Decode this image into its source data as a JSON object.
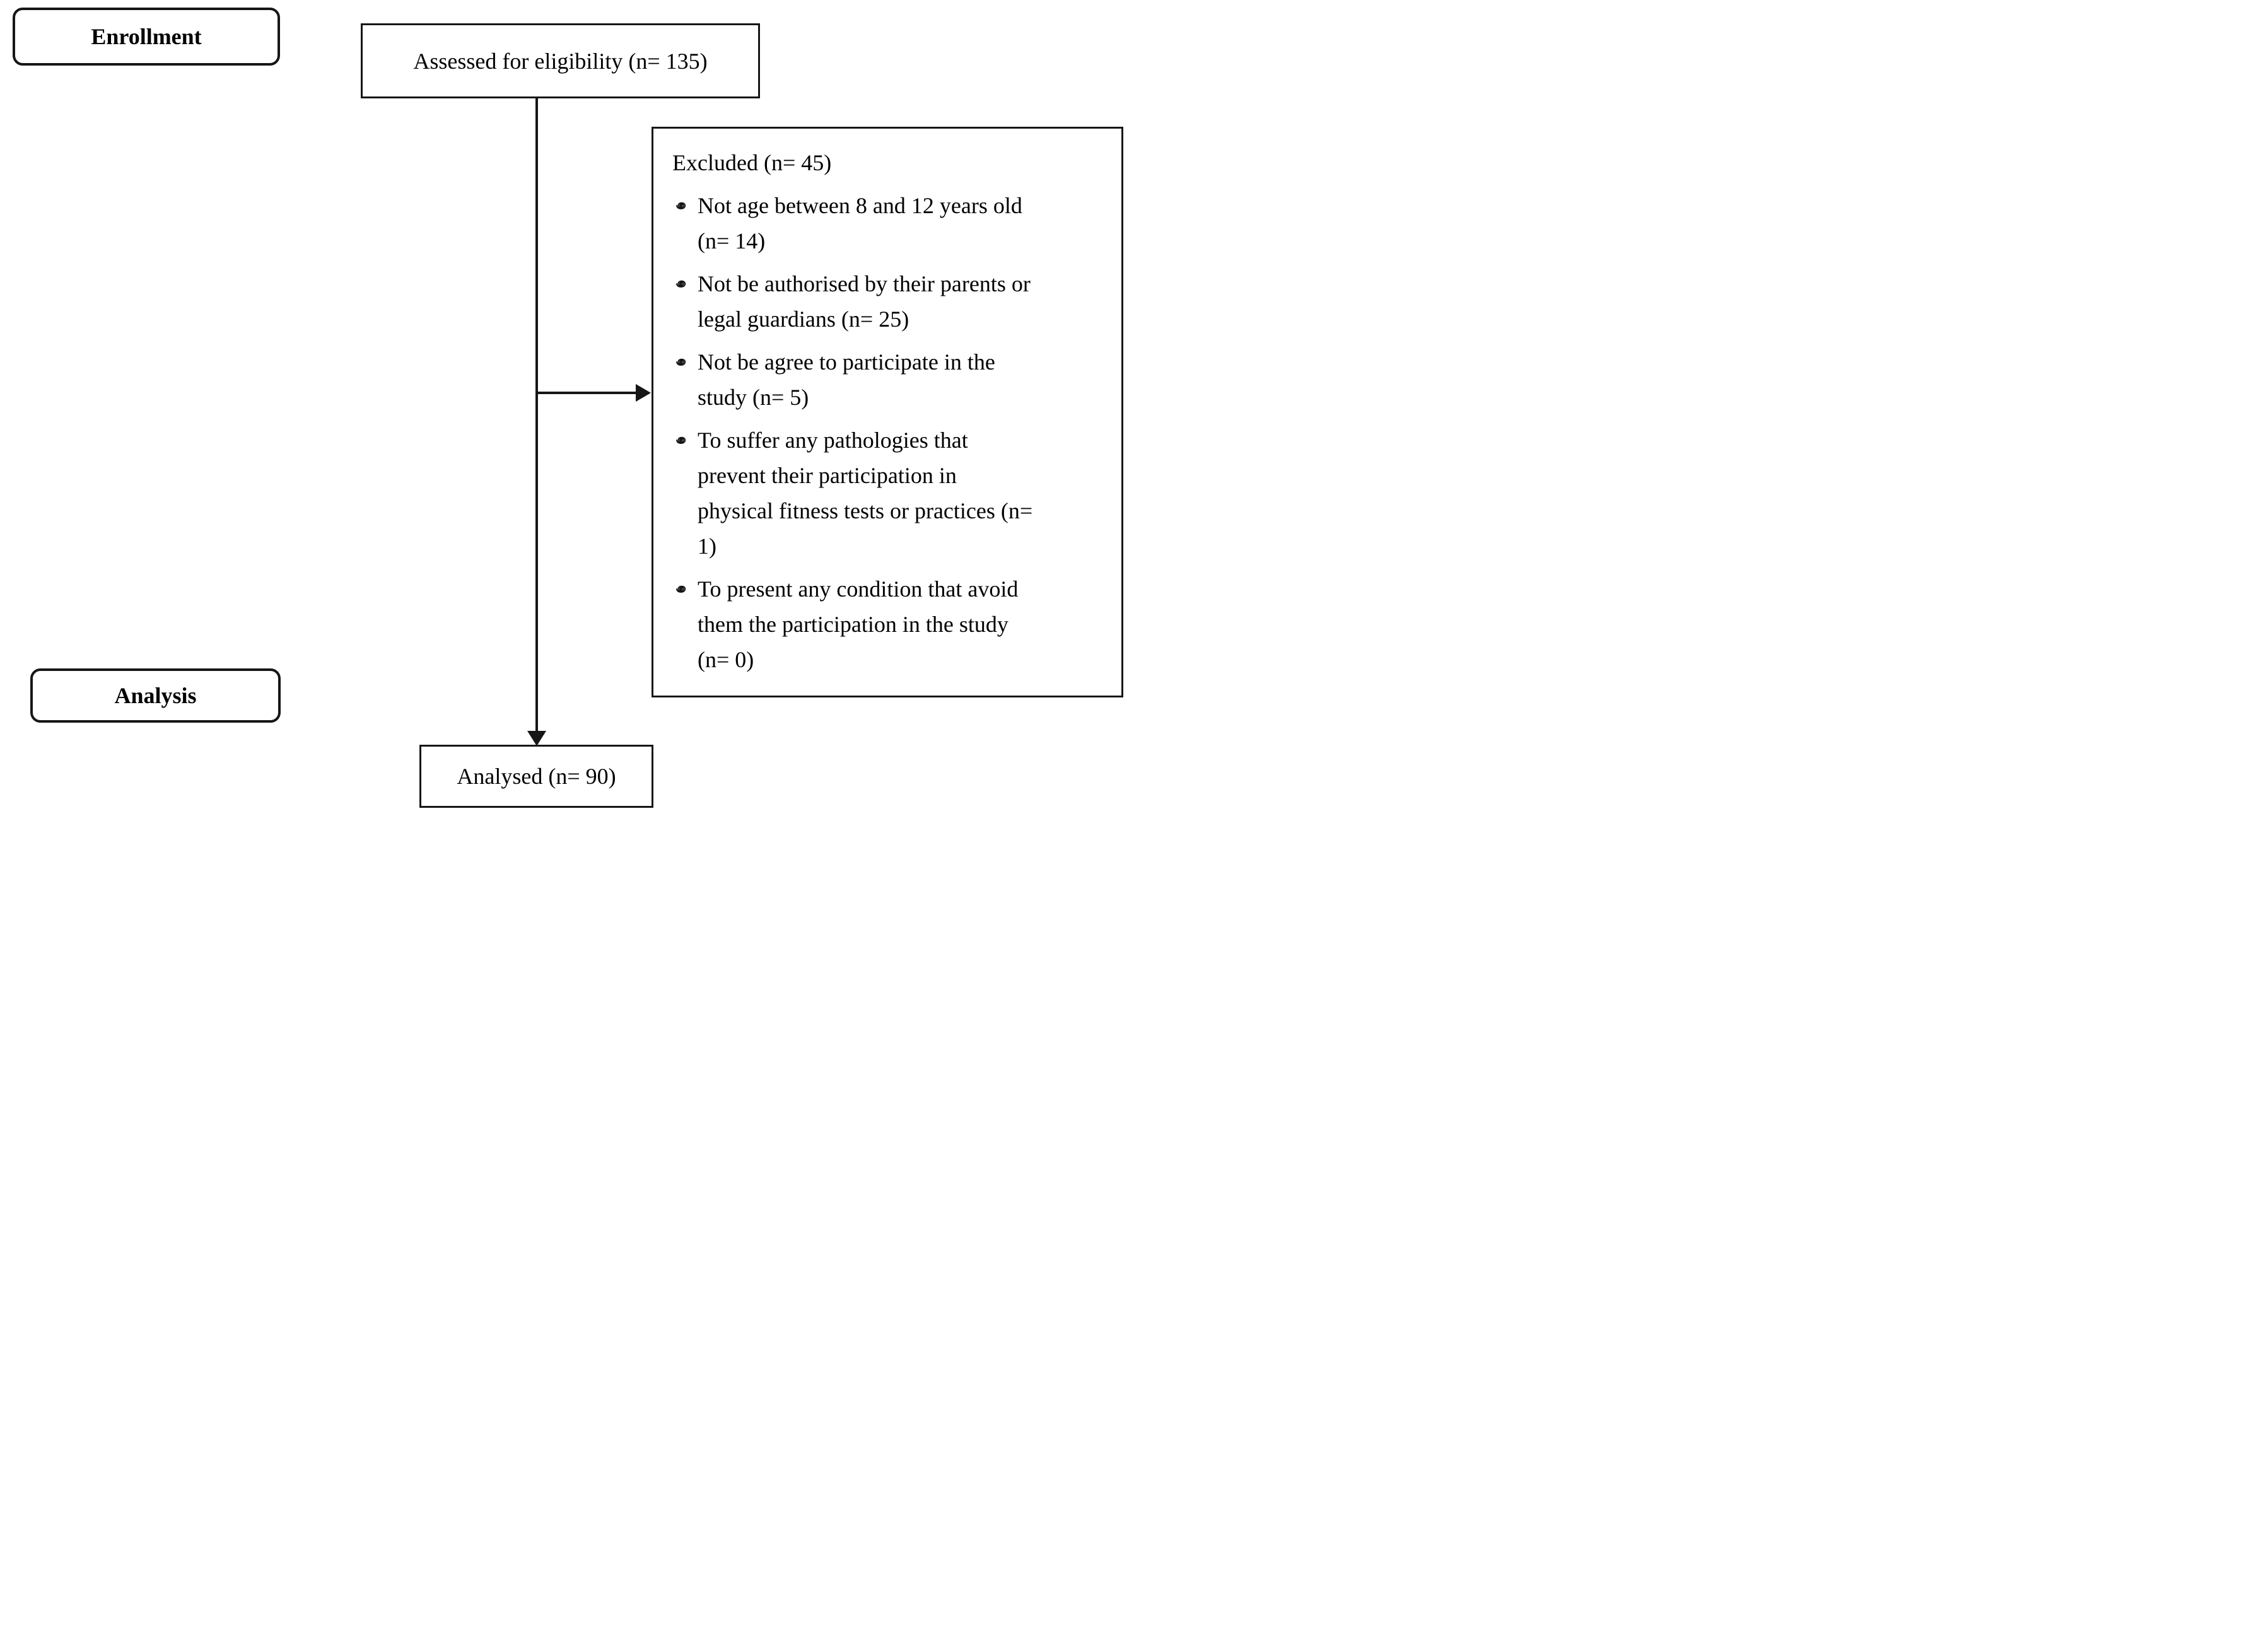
{
  "stages": {
    "enrollment": {
      "label": "Enrollment"
    },
    "analysis": {
      "label": "Analysis"
    }
  },
  "boxes": {
    "assessed": {
      "label": "Assessed for eligibility (n= 135)"
    },
    "excluded": {
      "title": "Excluded  (n= 45)",
      "bullet_icon": "spiral-bullet",
      "items": [
        "Not age between 8 and 12 years old\n(n= 14)",
        "Not be authorised by their parents or\nlegal guardians (n= 25)",
        "Not be agree to participate in the\nstudy (n= 5)",
        "To suffer any pathologies that\nprevent their participation in\nphysical fitness tests or practices (n=\n1)",
        "To present any condition that avoid\nthem the participation in the study\n(n= 0)"
      ]
    },
    "analysed": {
      "label": "Analysed  (n= 90)"
    }
  },
  "connectors": {
    "assessed_to_analysed": "arrow-down",
    "branch_to_excluded": "arrow-right"
  },
  "colors": {
    "line": "#161616",
    "border": "#161616",
    "text": "#000000",
    "background": "#ffffff"
  }
}
